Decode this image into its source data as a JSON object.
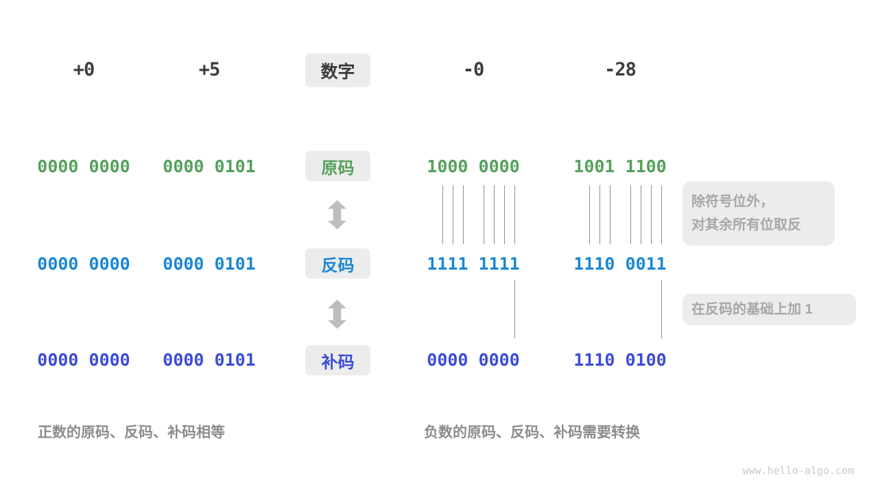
{
  "colors": {
    "dark": "#3c3c3c",
    "green": "#55a05c",
    "blue": "#1a87d2",
    "indigo": "#3b4cd4",
    "badge_bg": "#ececec",
    "note_text": "#a7a7a7",
    "caption": "#8c8c8c",
    "line": "#8f8f8f",
    "arrow": "#bdbdbd",
    "watermark": "#c9c9c9"
  },
  "header": {
    "badge_label": "数字",
    "numbers": [
      "+0",
      "+5",
      "-0",
      "-28"
    ]
  },
  "rows": [
    {
      "badge": "原码",
      "values": [
        "0000 0000",
        "0000 0101",
        "1000 0000",
        "1001 1100"
      ]
    },
    {
      "badge": "反码",
      "values": [
        "0000 0000",
        "0000 0101",
        "1111 1111",
        "1110 0011"
      ]
    },
    {
      "badge": "补码",
      "values": [
        "0000 0000",
        "0000 0101",
        "0000 0000",
        "1110 0100"
      ]
    }
  ],
  "annotations": {
    "invert_line1": "除符号位外，",
    "invert_line2": "对其余所有位取反",
    "add_one": "在反码的基础上加  1"
  },
  "captions": {
    "positive": "正数的原码、反码、补码相等",
    "negative": "负数的原码、反码、补码需要转换"
  },
  "watermark": "www.hello-algo.com"
}
